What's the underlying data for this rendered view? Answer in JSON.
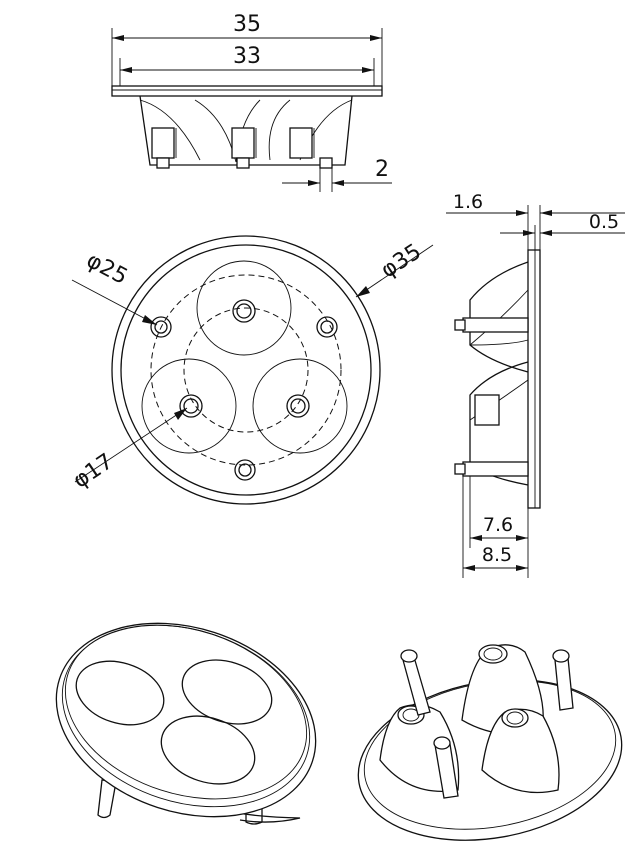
{
  "dimensions": {
    "top_outer_width": "35",
    "top_inner_width": "33",
    "post_width": "2",
    "dia_bolt_circle": "φ25",
    "dia_outer": "φ35",
    "dia_inner_circle": "φ17",
    "flange_thickness": "1.6",
    "lip_thickness": "0.5",
    "lens_height": "7.6",
    "total_height": "8.5"
  },
  "colors": {
    "line": "#111111",
    "background": "#ffffff"
  }
}
